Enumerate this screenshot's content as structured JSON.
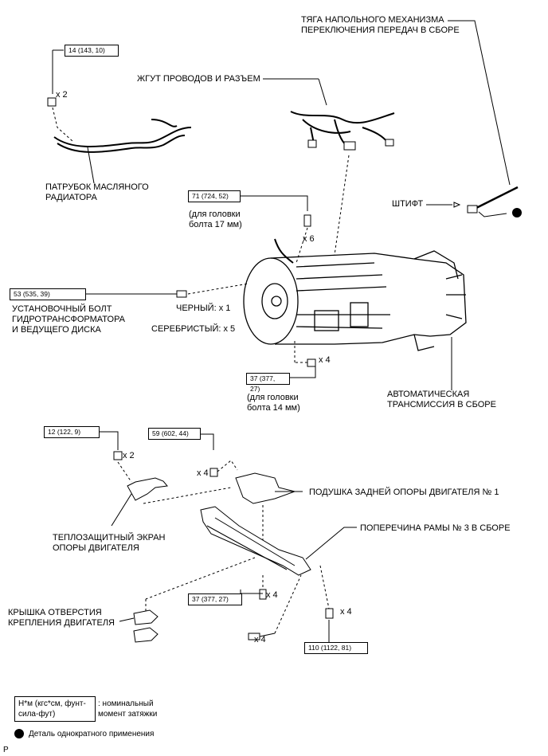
{
  "labels": {
    "shift_lever_rod": "ТЯГА НАПОЛЬНОГО МЕХАНИЗМА\nПЕРЕКЛЮЧЕНИЯ ПЕРЕДАЧ В СБОРЕ",
    "wire_harness": "ЖГУТ ПРОВОДОВ И РАЗЪЕМ",
    "oil_cooler_tube": "ПАТРУБОК МАСЛЯНОГО\nРАДИАТОРА",
    "pin": "ШТИФТ",
    "bolt_17mm_note": "(для головки\nболта 17 мм)",
    "drive_plate_bolt": "УСТАНОВОЧНЫЙ БОЛТ\nГИДРОТРАНСФОРМАТОРА\nИ ВЕДУЩЕГО ДИСКА",
    "black": "ЧЕРНЫЙ: x 1",
    "silver": "СЕРЕБРИСТЫЙ:  x 5",
    "bolt_14mm_note": "(для головки\nболта 14 мм)",
    "auto_transmission": "АВТОМАТИЧЕСКАЯ\nТРАНСМИССИЯ В СБОРЕ",
    "rear_mount_insulator": "ПОДУШКА ЗАДНЕЙ ОПОРЫ ДВИГАТЕЛЯ № 1",
    "crossmember": "ПОПЕРЕЧИНА РАМЫ № 3 В СБОРЕ",
    "heat_insulator": "ТЕПЛОЗАЩИТНЫЙ ЭКРАН\nОПОРЫ ДВИГАТЕЛЯ",
    "mounting_hole_cover": "КРЫШКА ОТВЕРСТИЯ\nКРЕПЛЕНИЯ ДВИГАТЕЛЯ",
    "corner_mark": "P"
  },
  "torque": {
    "t14": "14 (143, 10)",
    "t71": "71 (724, 52)",
    "t53": "53 (535, 39)",
    "t37a": "37 (377, 27)",
    "t12": "12 (122, 9)",
    "t59": "59 (602, 44)",
    "t37b": "37 (377, 27)",
    "t110": "110 (1122, 81)"
  },
  "quantities": {
    "q14": "x 2",
    "q71": "x 6",
    "q37a": "x 4",
    "q12": "x 2",
    "q59": "x 4",
    "q37b": "x 4",
    "q_bolt_bottom": "x 4",
    "q110": "x 4"
  },
  "legend": {
    "torque_units": "Н*м (кгс*см, фунт-\nсила-фут)",
    "torque_desc": ": номинальный\nмомент затяжки",
    "non_reusable": "Деталь однократного применения"
  }
}
